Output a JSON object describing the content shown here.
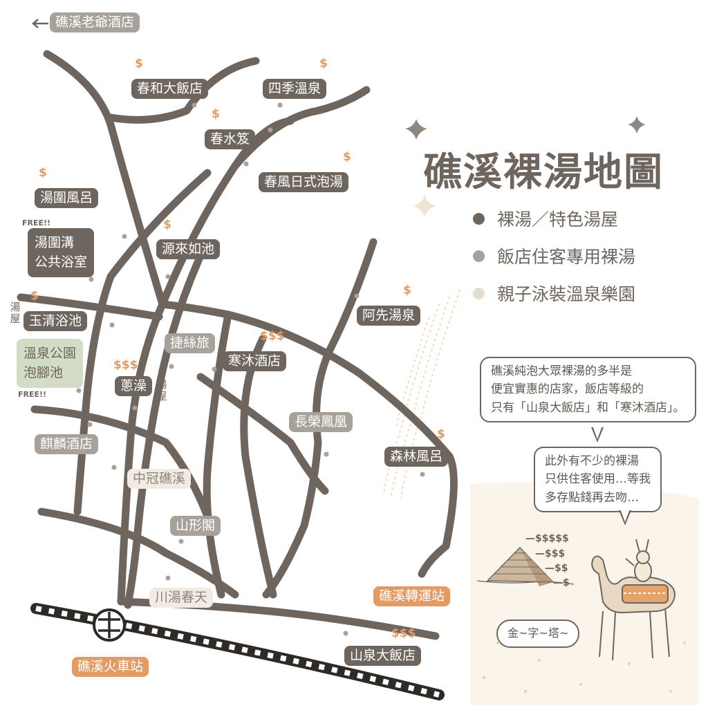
{
  "title": "礁溪裸湯地圖",
  "legend": [
    {
      "label": "裸湯／特色湯屋",
      "color": "#6e665e"
    },
    {
      "label": "飯店住客專用裸湯",
      "color": "#a7a19a"
    },
    {
      "label": "親子泳裝溫泉樂園",
      "color": "#e4ddd3"
    }
  ],
  "top_arrow_label": "礁溪老爺酒店",
  "spots": {
    "chunhe": {
      "name": "春和大飯店",
      "price": "$"
    },
    "siji": {
      "name": "四季溫泉",
      "price": "$"
    },
    "chunshui": {
      "name": "春水笈",
      "price": "$"
    },
    "chunfeng": {
      "name": "春風日式泡湯",
      "price": "$"
    },
    "tangwei_fenglu": {
      "name": "湯圍風呂",
      "price": "$"
    },
    "tangwei_public": {
      "line1": "湯圍溝",
      "line2": "公共浴室",
      "free": "FREE!!"
    },
    "yuanlai": {
      "name": "源來如池",
      "price": "$"
    },
    "yuqing": {
      "name": "玉清浴池",
      "price": "$",
      "side": "湯屋"
    },
    "axian": {
      "name": "阿先湯泉",
      "price": "$"
    },
    "jiesi": {
      "name": "捷絲旅"
    },
    "hanmu": {
      "name": "寒沐酒店",
      "price": "$$$"
    },
    "park": {
      "line1": "溫泉公園",
      "line2": "泡腳池",
      "free": "FREE!!"
    },
    "cong": {
      "name": "蔥澡",
      "price": "$$$",
      "side": "湯屋"
    },
    "changrong": {
      "name": "長榮鳳凰"
    },
    "senlin": {
      "name": "森林風呂",
      "price": "$"
    },
    "qilin": {
      "name": "麒麟酒店"
    },
    "zhongguan": {
      "name": "中冠礁溪"
    },
    "shanxing": {
      "name": "山形閣"
    },
    "chuantang": {
      "name": "川湯春天"
    },
    "bus_station": {
      "name": "礁溪轉運站"
    },
    "shanquan": {
      "name": "山泉大飯店",
      "price": "$$$"
    },
    "train_station": {
      "name": "礁溪火車站"
    }
  },
  "bubbles": {
    "first": {
      "line1": "礁溪純泡大眾裸湯的多半是",
      "line2": "便宜實惠的店家，飯店等級的",
      "line3": "只有「山泉大飯店」和「寒沐酒店」。"
    },
    "second": {
      "line1": "此外有不少的裸湯",
      "line2": "只供住客使用…等我",
      "line3": "多存點錢再去吻…"
    },
    "third": {
      "text": "金~字~塔~"
    }
  },
  "pyramid_dollars": [
    "—$$$$$",
    "—$$$",
    "—$$",
    "—$"
  ]
}
